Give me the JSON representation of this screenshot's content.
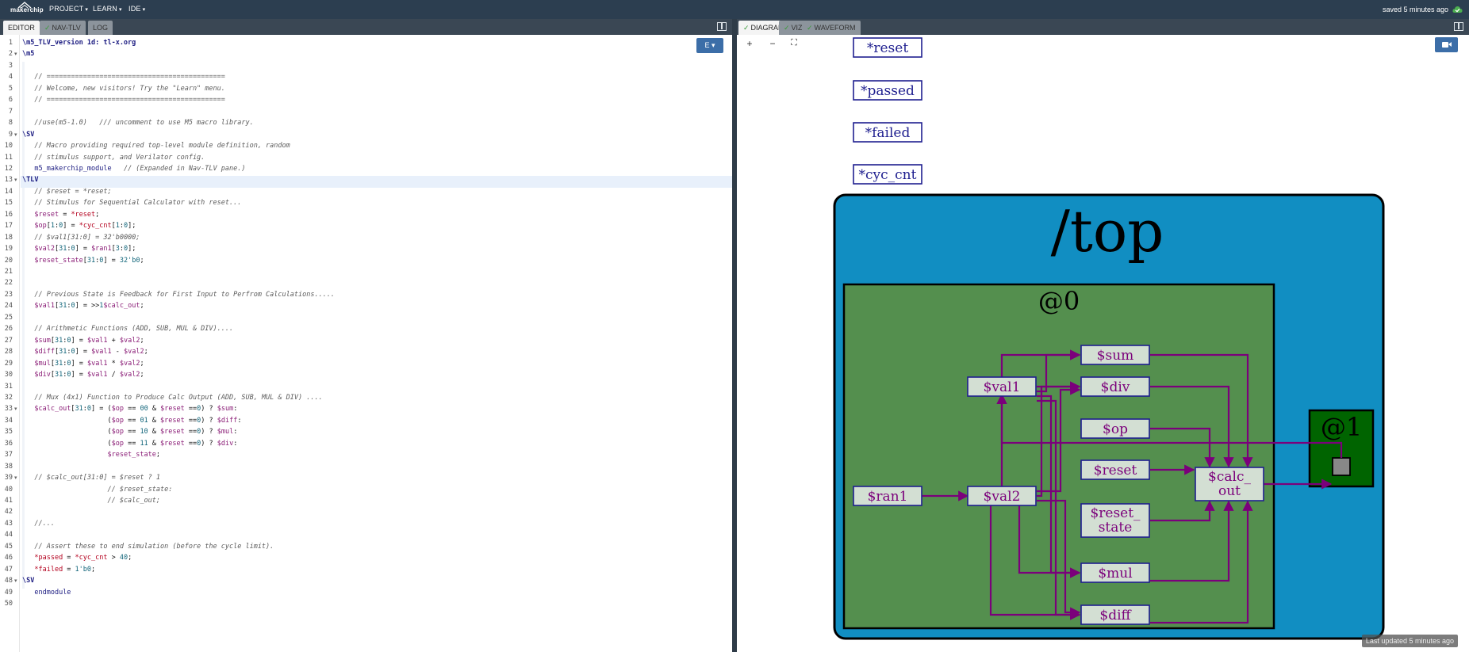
{
  "app": {
    "logo_text": "makerchip",
    "menu": [
      {
        "label": "PROJECT"
      },
      {
        "label": "LEARN"
      },
      {
        "label": "IDE"
      }
    ],
    "saved_status": "saved 5 minutes ago",
    "cloud_icon": "cloud-check-icon",
    "accent_color": "#3c6ea8"
  },
  "left_tabs": [
    {
      "label": "EDITOR",
      "active": true
    },
    {
      "label": "NAV-TLV",
      "check": true
    },
    {
      "label": "LOG"
    }
  ],
  "right_tabs": [
    {
      "label": "DIAGRAM",
      "active": true,
      "check": true
    },
    {
      "label": "VIZ",
      "check": true
    },
    {
      "label": "WAVEFORM",
      "check": true
    }
  ],
  "editor": {
    "e_button": "E ▾",
    "lines": [
      "\\m5_TLV_version 1d: tl-x.org",
      "\\m5",
      "",
      "   // ============================================",
      "   // Welcome, new visitors! Try the \"Learn\" menu.",
      "   // ============================================",
      "",
      "   //use(m5-1.0)   /// uncomment to use M5 macro library.",
      "\\SV",
      "   // Macro providing required top-level module definition, random",
      "   // stimulus support, and Verilator config.",
      "   m5_makerchip_module   // (Expanded in Nav-TLV pane.)",
      "\\TLV",
      "   // $reset = *reset;",
      "   // Stimulus for Sequential Calculator with reset...",
      "   $reset = *reset;",
      "   $op[1:0] = *cyc_cnt[1:0];",
      "   // $val1[31:0] = 32'b0000;",
      "   $val2[31:0] = $ran1[3:0];",
      "   $reset_state[31:0] = 32'b0;",
      "",
      "",
      "   // Previous State is Feedback for First Input to Perfrom Calculations.....",
      "   $val1[31:0] = >>1$calc_out;",
      "",
      "   // Arithmetic Functions (ADD, SUB, MUL & DIV)....",
      "   $sum[31:0] = $val1 + $val2;",
      "   $diff[31:0] = $val1 - $val2;",
      "   $mul[31:0] = $val1 * $val2;",
      "   $div[31:0] = $val1 / $val2;",
      "",
      "   // Mux (4x1) Function to Produce Calc Output (ADD, SUB, MUL & DIV) ....",
      "   $calc_out[31:0] = ($op == 00 & $reset ==0) ? $sum:",
      "                     ($op == 01 & $reset ==0) ? $diff:",
      "                     ($op == 10 & $reset ==0) ? $mul:",
      "                     ($op == 11 & $reset ==0) ? $div:",
      "                     $reset_state;",
      "",
      "   // $calc_out[31:0] = $reset ? 1",
      "                     // $reset_state:",
      "                     // $calc_out;",
      "",
      "   //...",
      "",
      "   // Assert these to end simulation (before the cycle limit).",
      "   *passed = *cyc_cnt > 40;",
      "   *failed = 1'b0;",
      "\\SV",
      "   endmodule",
      ""
    ],
    "folded_lines": [
      2,
      9,
      13,
      33,
      39,
      48
    ],
    "highlight_line": 13
  },
  "diagram": {
    "zoom_in": "+",
    "zoom_out": "−",
    "fit": "⛶",
    "camera_icon": "video-camera-icon",
    "signals_top": [
      "*reset",
      "*passed",
      "*failed",
      "*cyc_cnt"
    ],
    "scope_title": "/top",
    "stage0_label": "@0",
    "stage1_label": "@1",
    "nodes": {
      "sum": "$sum",
      "val1": "$val1",
      "div": "$div",
      "op": "$op",
      "reset": "$reset",
      "calc_out_1": "$calc_",
      "calc_out_2": "out",
      "ran1": "$ran1",
      "val2": "$val2",
      "reset_state_1": "$reset_",
      "reset_state_2": "state",
      "mul": "$mul",
      "diff": "$diff"
    },
    "colors": {
      "scope_fill": "#118ec2",
      "stage0_fill": "#548f4e",
      "stage1_fill": "#006400",
      "node_fill": "#d3dfd3",
      "wire": "#7b007b",
      "node_border": "#1f1f8f"
    },
    "last_updated": "Last updated 5 minutes ago"
  }
}
